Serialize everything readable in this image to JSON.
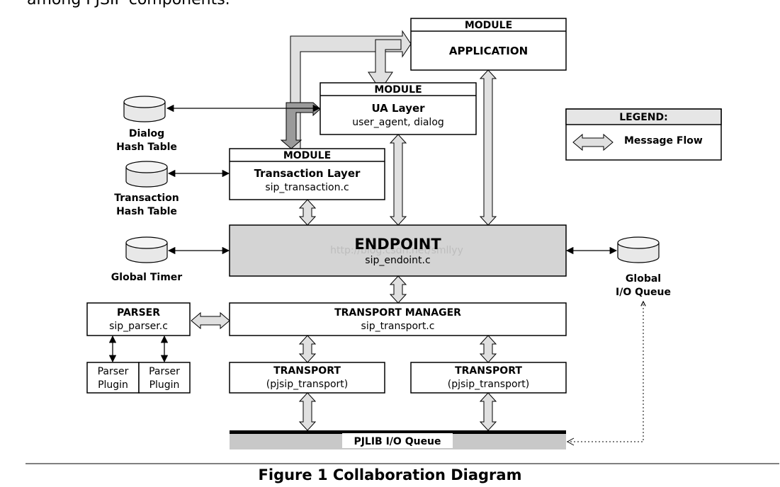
{
  "intro_text": "among PJSIP components.",
  "caption": "Figure 1 Collaboration Diagram",
  "watermark": "http://blog.csdn.net/smllyy",
  "modules": {
    "application": {
      "header": "MODULE",
      "title": "APPLICATION"
    },
    "ua_layer": {
      "header": "MODULE",
      "title": "UA Layer",
      "subtitle": "user_agent, dialog"
    },
    "transaction_layer": {
      "header": "MODULE",
      "title": "Transaction Layer",
      "subtitle": "sip_transaction.c"
    }
  },
  "endpoint": {
    "title": "ENDPOINT",
    "subtitle": "sip_endoint.c"
  },
  "transport_manager": {
    "title": "TRANSPORT MANAGER",
    "subtitle": "sip_transport.c"
  },
  "transports": [
    {
      "title": "TRANSPORT",
      "subtitle": "(pjsip_transport)"
    },
    {
      "title": "TRANSPORT",
      "subtitle": "(pjsip_transport)"
    }
  ],
  "parser": {
    "title": "PARSER",
    "subtitle": "sip_parser.c"
  },
  "parser_plugins": [
    {
      "line1": "Parser",
      "line2": "Plugin"
    },
    {
      "line1": "Parser",
      "line2": "Plugin"
    }
  ],
  "pjlib_queue": "PJLIB I/O Queue",
  "databases": {
    "dialog_hash": {
      "line1": "Dialog",
      "line2": "Hash Table"
    },
    "transaction_hash": {
      "line1": "Transaction",
      "line2": "Hash Table"
    },
    "global_timer": {
      "line1": "Global Timer"
    },
    "global_io_queue": {
      "line1": "Global",
      "line2": "I/O Queue"
    }
  },
  "legend": {
    "title": "LEGEND:",
    "item": "Message Flow"
  },
  "colors": {
    "endpoint_fill": "#d4d4d4",
    "arrow_fill": "#e0e0e0",
    "arrow_dark": "#9a9a9a",
    "queue_fill": "#c8c8c8"
  }
}
